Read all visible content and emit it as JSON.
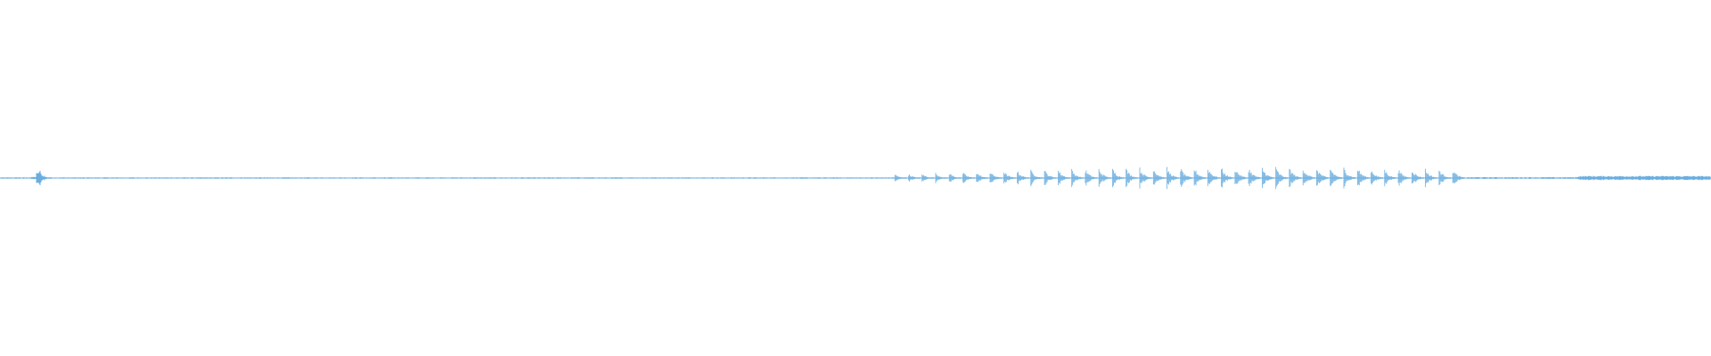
{
  "waveform": {
    "color": "#6aaedf",
    "background": "#ffffff",
    "envelope": [
      0.004,
      0.004,
      0.004,
      0.004,
      0.004,
      0.004,
      0.004,
      0.004,
      0.005,
      0.004,
      0.004,
      0.004,
      0.004,
      0.005,
      0.006,
      0.008,
      0.03,
      0.045,
      0.03,
      0.015,
      0.008,
      0.006,
      0.005,
      0.004,
      0.004,
      0.004,
      0.004,
      0.004,
      0.004,
      0.004,
      0.004,
      0.004,
      0.004,
      0.004,
      0.004,
      0.004,
      0.004,
      0.004,
      0.004,
      0.004,
      0.004,
      0.004,
      0.004,
      0.004,
      0.004,
      0.004,
      0.004,
      0.004,
      0.004,
      0.004,
      0.004,
      0.004,
      0.004,
      0.004,
      0.004,
      0.004,
      0.004,
      0.004,
      0.004,
      0.004,
      0.004,
      0.004,
      0.004,
      0.004,
      0.004,
      0.004,
      0.004,
      0.004,
      0.004,
      0.004,
      0.004,
      0.004,
      0.004,
      0.004,
      0.004,
      0.004,
      0.004,
      0.004,
      0.004,
      0.004,
      0.004,
      0.004,
      0.004,
      0.004,
      0.004,
      0.004,
      0.004,
      0.004,
      0.004,
      0.004,
      0.004,
      0.004,
      0.004,
      0.004,
      0.004,
      0.004,
      0.004,
      0.004,
      0.004,
      0.004,
      0.004,
      0.004,
      0.004,
      0.004,
      0.004,
      0.004,
      0.004,
      0.004,
      0.004,
      0.004,
      0.004,
      0.004,
      0.004,
      0.004,
      0.004,
      0.004,
      0.004,
      0.004,
      0.004,
      0.004,
      0.004,
      0.004,
      0.004,
      0.004,
      0.004,
      0.004,
      0.004,
      0.004,
      0.004,
      0.004,
      0.004,
      0.004,
      0.004,
      0.004,
      0.004,
      0.004,
      0.004,
      0.004,
      0.004,
      0.004,
      0.004,
      0.004,
      0.004,
      0.004,
      0.004,
      0.004,
      0.004,
      0.004,
      0.004,
      0.004,
      0.004,
      0.004,
      0.004,
      0.004,
      0.004,
      0.004,
      0.004,
      0.004,
      0.004,
      0.004,
      0.004,
      0.004,
      0.004,
      0.004,
      0.004,
      0.004,
      0.004,
      0.004,
      0.004,
      0.004,
      0.004,
      0.004,
      0.004,
      0.004,
      0.004,
      0.004,
      0.004,
      0.004,
      0.004,
      0.004,
      0.004,
      0.004,
      0.004,
      0.004,
      0.004,
      0.004,
      0.004,
      0.004,
      0.004,
      0.004,
      0.004,
      0.004,
      0.004,
      0.004,
      0.004,
      0.004,
      0.004,
      0.004,
      0.004,
      0.004,
      0.004,
      0.004,
      0.004,
      0.004,
      0.004,
      0.004,
      0.004,
      0.004,
      0.004,
      0.004,
      0.004,
      0.004,
      0.004,
      0.004,
      0.004,
      0.004,
      0.004,
      0.004,
      0.004,
      0.004,
      0.004,
      0.004,
      0.004,
      0.004,
      0.004,
      0.004,
      0.004,
      0.004,
      0.004,
      0.004,
      0.004,
      0.004,
      0.004,
      0.004,
      0.004,
      0.004,
      0.004,
      0.004,
      0.004,
      0.004,
      0.004,
      0.004,
      0.004,
      0.004,
      0.004,
      0.004,
      0.004,
      0.004,
      0.004,
      0.004,
      0.004,
      0.004,
      0.004,
      0.004,
      0.004,
      0.004,
      0.004,
      0.004,
      0.004,
      0.004,
      0.004,
      0.004,
      0.004,
      0.004,
      0.004,
      0.004,
      0.004,
      0.004,
      0.004,
      0.004,
      0.004,
      0.004,
      0.004,
      0.004,
      0.004,
      0.004,
      0.004,
      0.004,
      0.004,
      0.004,
      0.004,
      0.004,
      0.004,
      0.004,
      0.004,
      0.004,
      0.004,
      0.004,
      0.004,
      0.004,
      0.004,
      0.004,
      0.004,
      0.004,
      0.004,
      0.004,
      0.004,
      0.004,
      0.004,
      0.004,
      0.004,
      0.004,
      0.004,
      0.004,
      0.004,
      0.004,
      0.004,
      0.004,
      0.004,
      0.004,
      0.004,
      0.004,
      0.004,
      0.004,
      0.004,
      0.004,
      0.004,
      0.004,
      0.004,
      0.004,
      0.004,
      0.004,
      0.004,
      0.004,
      0.004,
      0.004,
      0.004,
      0.004,
      0.004,
      0.004,
      0.004,
      0.004,
      0.004,
      0.004,
      0.004,
      0.004,
      0.004,
      0.004,
      0.004,
      0.004,
      0.004,
      0.004,
      0.004,
      0.004,
      0.004,
      0.004,
      0.004,
      0.004,
      0.004,
      0.004,
      0.004,
      0.004,
      0.004,
      0.004,
      0.004,
      0.004,
      0.004,
      0.004,
      0.004,
      0.004,
      0.004,
      0.004,
      0.004,
      0.004,
      0.004,
      0.004,
      0.004,
      0.004,
      0.004,
      0.004,
      0.004,
      0.004,
      0.004,
      0.004,
      0.004,
      0.004,
      0.004,
      0.004,
      0.004,
      0.004,
      0.004,
      0.004,
      0.004,
      0.004,
      0.004,
      0.004,
      0.004,
      0.004,
      0.004,
      0.004,
      0.004,
      0.004,
      0.004,
      0.004,
      0.004,
      0.004,
      0.004,
      0.004,
      0.004,
      0.004
    ],
    "burst": {
      "start": 0.523,
      "end": 0.857,
      "peak": 0.065,
      "count": 42
    },
    "tail": {
      "start": 0.922,
      "end": 1.0,
      "level": 0.012
    }
  }
}
